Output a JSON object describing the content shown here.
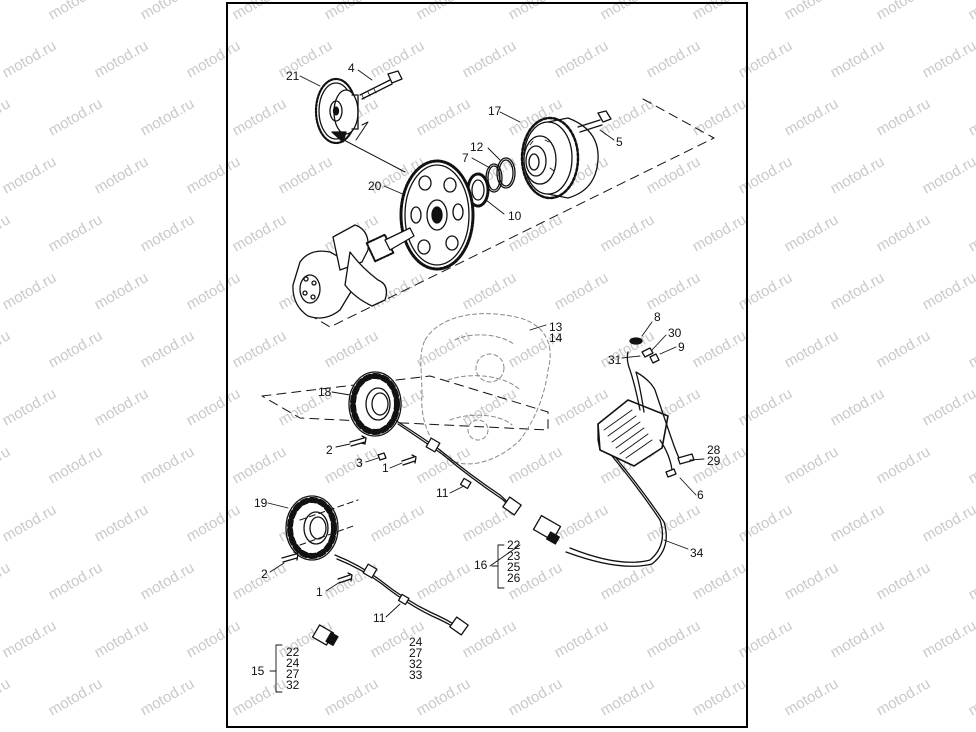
{
  "watermark": {
    "text": "motod.ru",
    "color": "#c9c9c9"
  },
  "labels": {
    "p21": "21",
    "p4": "4",
    "p17": "17",
    "p5": "5",
    "p12": "12",
    "p7": "7",
    "p20": "20",
    "p10": "10",
    "p13": "13",
    "p14": "14",
    "p8": "8",
    "p30": "30",
    "p31": "31",
    "p9": "9",
    "p18": "18",
    "p2a": "2",
    "p3": "3",
    "p1a": "1",
    "p11a": "11",
    "p28": "28",
    "p29": "29",
    "p6": "6",
    "p19": "19",
    "p16": "16",
    "p34": "34",
    "p2b": "2",
    "p1b": "1",
    "p11b": "11",
    "p15": "15"
  },
  "groups": {
    "g16": [
      "22",
      "23",
      "25",
      "26"
    ],
    "g15": [
      "22",
      "24",
      "27",
      "32"
    ],
    "gmid": [
      "24",
      "27",
      "32",
      "33"
    ]
  }
}
